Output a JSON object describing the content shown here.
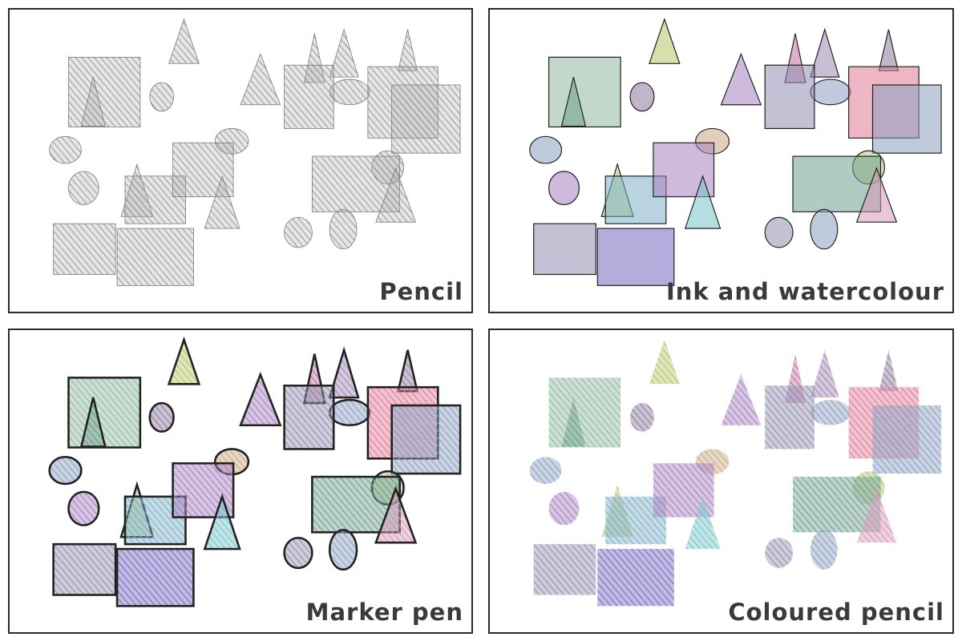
{
  "panels": [
    {
      "label": "Pencil",
      "style": "pencil"
    },
    {
      "label": "Ink and watercolour",
      "style": "ink"
    },
    {
      "label": "Marker pen",
      "style": "marker"
    },
    {
      "label": "Coloured pencil",
      "style": "cpencil"
    }
  ],
  "colors": {
    "pencil_fill": "#9a9a9a",
    "outline": "#222222",
    "label": "#3a3a3a",
    "palette": [
      "#8fb8a0",
      "#b8c46a",
      "#8c7a9a",
      "#a77fc0",
      "#d69ab8",
      "#e07a96",
      "#c9a880",
      "#8aa0c0",
      "#6fa090",
      "#7fb0c8",
      "#b0c47a",
      "#9090b0",
      "#7a68c0",
      "#76c4c8",
      "#c06fa0",
      "#9f88b0"
    ]
  }
}
